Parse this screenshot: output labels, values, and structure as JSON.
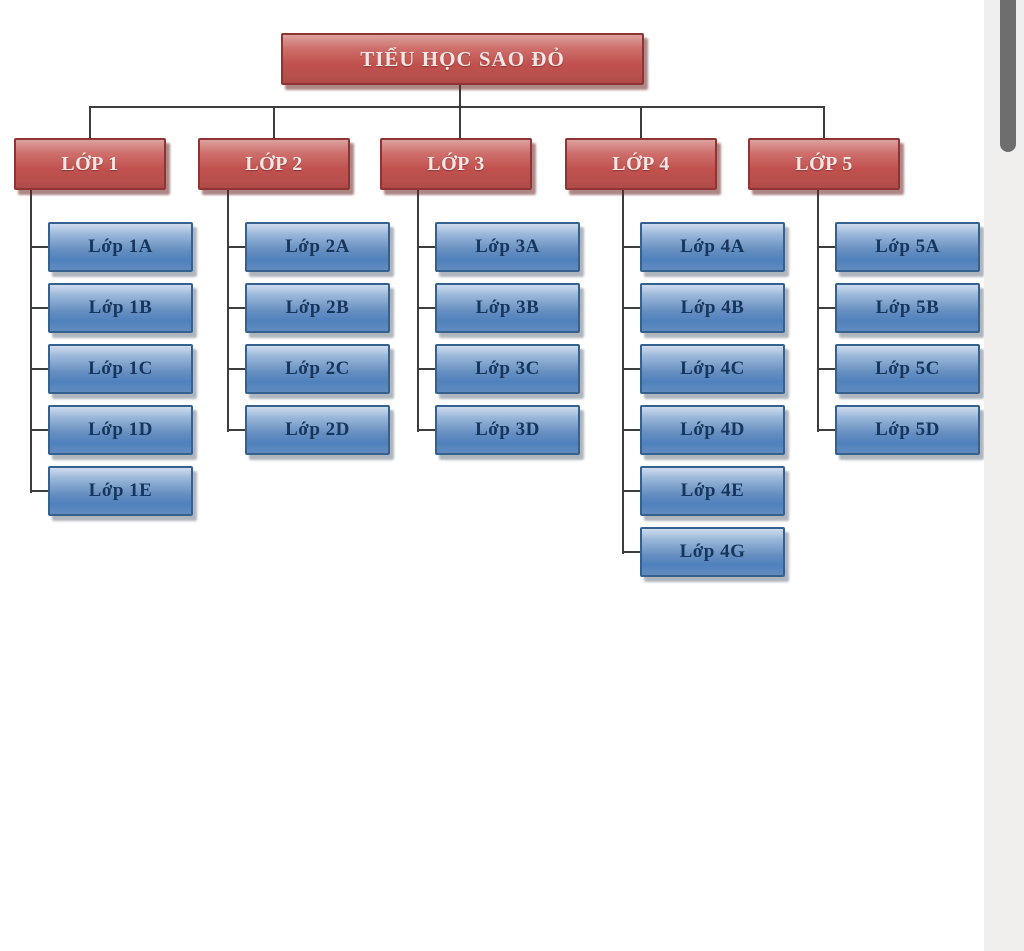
{
  "chart": {
    "root": "TIỂU HỌC SAO ĐỎ",
    "groups": [
      {
        "label": "LỚP 1",
        "children": [
          "Lớp 1A",
          "Lớp 1B",
          "Lớp 1C",
          "Lớp 1D",
          "Lớp 1E"
        ]
      },
      {
        "label": "LỚP 2",
        "children": [
          "Lớp 2A",
          "Lớp 2B",
          "Lớp 2C",
          "Lớp 2D"
        ]
      },
      {
        "label": "LỚP 3",
        "children": [
          "Lớp 3A",
          "Lớp 3B",
          "Lớp 3C",
          "Lớp 3D"
        ]
      },
      {
        "label": "LỚP 4",
        "children": [
          "Lớp 4A",
          "Lớp 4B",
          "Lớp 4C",
          "Lớp 4D",
          "Lớp 4E",
          "Lớp 4G"
        ]
      },
      {
        "label": "LỚP 5",
        "children": [
          "Lớp 5A",
          "Lớp 5B",
          "Lớp 5C",
          "Lớp 5D"
        ]
      }
    ],
    "colors": {
      "level1_fill": "#c0504d",
      "level1_border": "#8f3432",
      "level1_text": "#f3e6e5",
      "level2_fill": "#4f81bd",
      "level2_border": "#35618f",
      "level2_text": "#17365d",
      "connector": "#3d3d3d",
      "scrollbar_thumb": "#6e6e6e",
      "scroll_gutter": "#f0efee"
    }
  }
}
